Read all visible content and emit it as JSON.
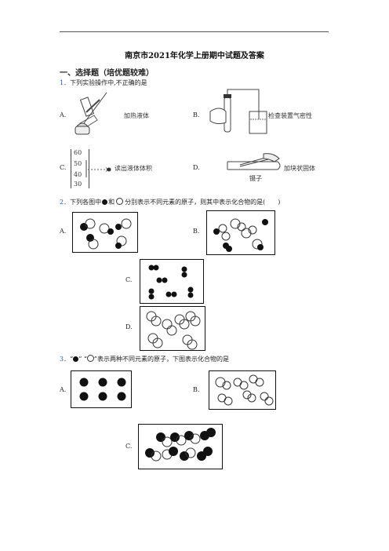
{
  "document": {
    "title": "南京市2021年化学上册期中试题及答案",
    "section": "一、选择题（培优题较难）",
    "q1": {
      "number": "1．",
      "text": "下列实验操作中,不正确的是",
      "options": [
        {
          "label": "A.",
          "caption": "加热液体"
        },
        {
          "label": "B.",
          "caption": "检查装置气密性"
        },
        {
          "label": "C.",
          "caption": "读出液体体积"
        },
        {
          "label": "D.",
          "caption": "加块状固体"
        }
      ],
      "cylinder_ticks": [
        "60",
        "50",
        "40",
        "30"
      ],
      "tweezers_label": "镊子"
    },
    "q2": {
      "number": "2．",
      "text_pre": "下列各图中",
      "text_mid": "和",
      "text_post": "分别表示不同元素的原子，则其中表示化合物的是(　　)",
      "options": [
        "A.",
        "B.",
        "C.",
        "D."
      ]
    },
    "q3": {
      "number": "3．",
      "text_pre": "“",
      "text_mid": "” “",
      "text_post": "”表示两种不同元素的原子，下图表示化合物的是",
      "options": [
        "A.",
        "B.",
        "C."
      ]
    }
  }
}
